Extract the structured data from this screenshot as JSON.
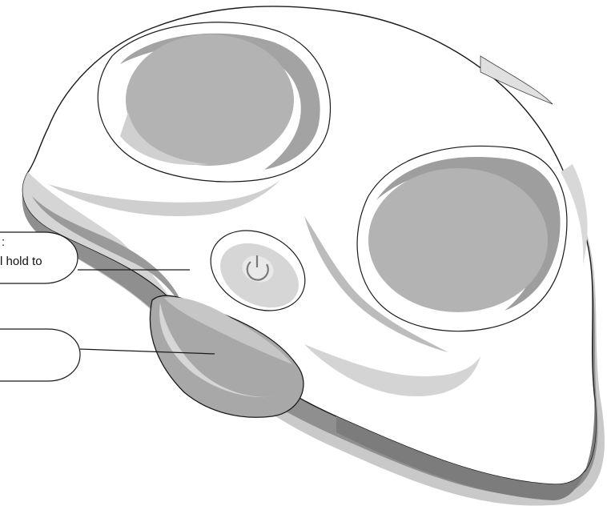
{
  "figure": {
    "device": "massager-top-view",
    "colors": {
      "background": "#ffffff",
      "outline": "#1a1a1a",
      "shell_white": "#ffffff",
      "shadow_light": "#d9d9d9",
      "shadow_mid": "#bdbdbd",
      "shadow_dark": "#8c8c8c",
      "pad_fill": "#b3b3b3"
    },
    "icons": {
      "power_button": "power-icon"
    },
    "callouts": [
      {
        "id": "power",
        "lines": [
          ":",
          "l hold to"
        ]
      },
      {
        "id": "grip",
        "lines": []
      }
    ]
  }
}
